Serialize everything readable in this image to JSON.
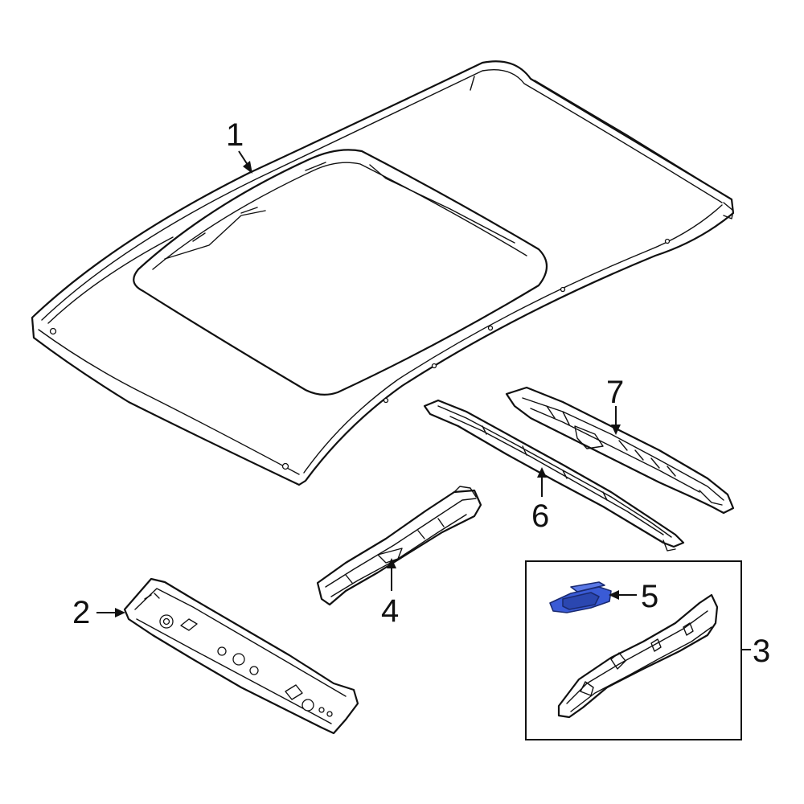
{
  "callouts": {
    "c1": "1",
    "c2": "2",
    "c3": "3",
    "c4": "4",
    "c5": "5",
    "c6": "6",
    "c7": "7"
  },
  "colors": {
    "highlight_fill": "#3a5bd6",
    "highlight_shade": "#2b47b0",
    "line": "#111111",
    "background": "#ffffff"
  }
}
